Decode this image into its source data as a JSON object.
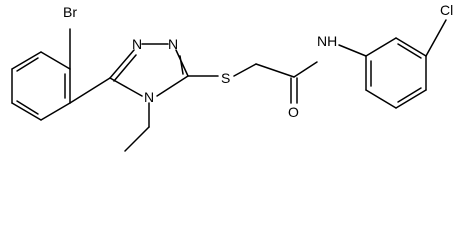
{
  "molecule": {
    "atoms": {
      "br": "Br",
      "cl": "Cl",
      "n_triazole_top_left": "N",
      "n_triazole_top_right": "N",
      "n_triazole_bottom": "N",
      "s": "S",
      "o": "O",
      "nh": "NH"
    }
  },
  "colors": {
    "bond": "#000000",
    "text": "#000000",
    "background": "#ffffff"
  }
}
